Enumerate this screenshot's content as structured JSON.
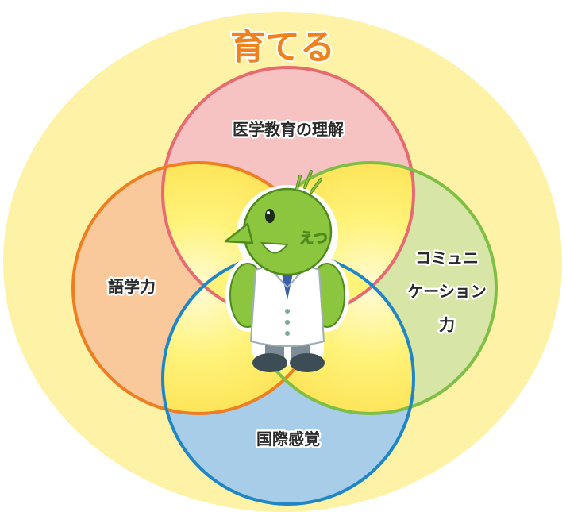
{
  "title": "育てる",
  "circles": {
    "top": {
      "label": "医学教育の理解",
      "color": "#e76a73"
    },
    "left": {
      "label": "語学力",
      "color": "#ef7d22"
    },
    "right": {
      "label_lines": [
        "コミュニ",
        "ケーション",
        "力"
      ],
      "color": "#7fbf45"
    },
    "bottom": {
      "label": "国際感覚",
      "color": "#1f86c6"
    }
  },
  "mascot": {
    "badge": "えつ",
    "icon": "mascot-doctor-bird"
  },
  "colors": {
    "outer": "#fdf2a5",
    "top_fill": "#f7c3c2",
    "left_fill": "#f9c99c",
    "right_fill": "#d7e6a7",
    "bottom_fill": "#a8cde9",
    "center": "#fff37a"
  }
}
